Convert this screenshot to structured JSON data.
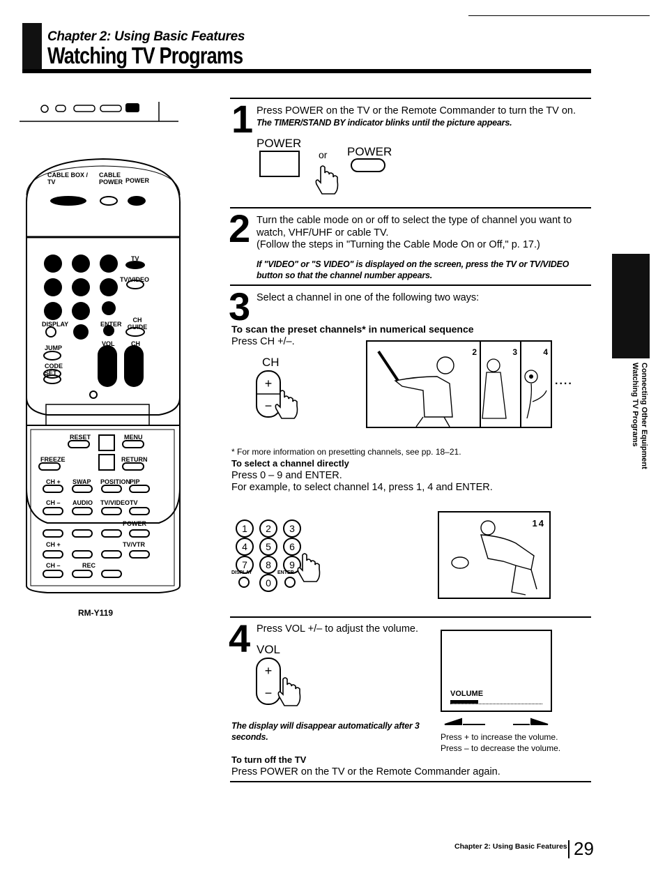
{
  "header": {
    "chapter": "Chapter 2: Using Basic Features",
    "title": "Watching TV Programs"
  },
  "remote": {
    "model": "RM-Y119",
    "labels": {
      "cable_box_tv": "CABLE BOX / TV",
      "cable_power": "CABLE POWER",
      "power": "POWER",
      "tv": "TV",
      "tv_video": "TV/VIDEO",
      "display": "DISPLAY",
      "enter": "ENTER",
      "ch_guide": "CH GUIDE",
      "jump": "JUMP",
      "vol": "VOL",
      "ch": "CH",
      "code_set": "CODE SET",
      "reset": "RESET",
      "menu": "MENU",
      "freeze": "FREEZE",
      "return": "RETURN",
      "ch_plus": "CH +",
      "swap": "SWAP",
      "position": "POSITION",
      "pip": "PIP",
      "ch_minus": "CH –",
      "audio": "AUDIO",
      "tv_video2": "TV/VIDEO",
      "tv2": "TV",
      "power2": "POWER",
      "ch_plus2": "CH +",
      "tv_vtr": "TV/VTR",
      "ch_minus2": "CH –",
      "rec": "REC"
    }
  },
  "steps": {
    "s1": {
      "num": "1",
      "text": "Press POWER on the TV or the Remote Commander to turn the TV on.",
      "note": "The TIMER/STAND BY indicator blinks until the picture appears.",
      "power_label_1": "POWER",
      "or": "or",
      "power_label_2": "POWER"
    },
    "s2": {
      "num": "2",
      "text": "Turn the cable mode on or off to select the type of channel you want to watch, VHF/UHF or cable TV.",
      "text2": "(Follow the steps in \"Turning the Cable Mode On or Off,\" p. 17.)",
      "note": "If \"VIDEO\" or \"S VIDEO\" is displayed on the screen, press the TV or TV/VIDEO button so that the channel number appears."
    },
    "s3": {
      "num": "3",
      "text": "Select a channel in one of the following two ways:",
      "scan_heading": "To scan the preset channels* in numerical sequence",
      "scan_text": "Press CH +/–.",
      "ch_label": "CH",
      "screen_numbers": [
        "2",
        "3",
        "4"
      ],
      "dots": "....",
      "footnote": "*  For more information on presetting channels, see pp. 18–21.",
      "direct_heading": "To select a channel directly",
      "direct_text": "Press 0 – 9 and ENTER.",
      "direct_example": "For example, to select channel 14, press 1, 4 and ENTER.",
      "keypad": [
        "1",
        "2",
        "3",
        "4",
        "5",
        "6",
        "7",
        "8",
        "9"
      ],
      "display_label": "DISPLAY",
      "zero": "0",
      "enter_label": "ENTER",
      "screen14": "14"
    },
    "s4": {
      "num": "4",
      "text": "Press VOL +/– to adjust the volume.",
      "vol_label": "VOL",
      "volume_osd": "VOLUME",
      "volume_level": 0.3,
      "note": "The display will disappear automatically after 3 seconds.",
      "plus_text": "Press + to increase the volume.",
      "minus_text": "Press – to decrease the volume.",
      "off_heading": "To turn off the TV",
      "off_text": "Press POWER on the TV or the Remote Commander again."
    }
  },
  "side_tab": {
    "line1": "Connecting Other Equipment",
    "line2": "Watching TV Programs"
  },
  "footer": {
    "label": "Chapter 2: Using Basic Features",
    "page": "29"
  }
}
